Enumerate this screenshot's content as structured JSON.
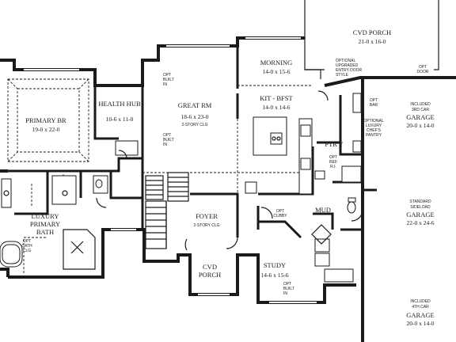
{
  "rooms": {
    "cvd_porch_top": {
      "name": "CVD PORCH",
      "dims": "21-0 x 16-0"
    },
    "morning": {
      "name": "MORNING",
      "dims": "14-0 x 15-6"
    },
    "kit_bfst": {
      "name": "KIT - BFST",
      "dims": "14-0 x 14-6"
    },
    "great_rm": {
      "name": "GREAT RM",
      "dims": "18-6 x 23-0",
      "note": "2-STORY CLG"
    },
    "health_hub": {
      "name": "HEALTH HUB",
      "dims": "10-6 x 11-0"
    },
    "primary_br": {
      "name": "PRIMARY BR",
      "dims": "19-0 x 22-0"
    },
    "luxury_bath": {
      "line1": "LUXURY",
      "line2": "PRIMARY",
      "line3": "BATH"
    },
    "foyer": {
      "name": "FOYER",
      "note": "2-STORY CLG"
    },
    "cvd_porch_front": {
      "line1": "CVD",
      "line2": "PORCH"
    },
    "study": {
      "name": "STUDY",
      "dims": "14-6 x 15-6"
    },
    "mud": {
      "name": "MUD"
    },
    "pantry": {
      "name": "PTR'Y"
    },
    "garage_3rd": {
      "note1": "INCLUDED",
      "note2": "3RD CAR",
      "name": "GARAGE",
      "dims": "20-0 x 14-0"
    },
    "garage_main": {
      "note1": "STANDARD",
      "note2": "SIDELOAD",
      "name": "GARAGE",
      "dims": "22-0 x 24-6"
    },
    "garage_4th": {
      "note1": "INCLUDED",
      "note2": "4TH CAR",
      "name": "GARAGE",
      "dims": "20-0 x 14-0"
    }
  },
  "notes": {
    "opt_door": {
      "l1": "OPT",
      "l2": "DOOR"
    },
    "opt_upgraded_door": {
      "l1": "OPTIONAL",
      "l2": "UPGRADED",
      "l3": "ENTRY DOOR",
      "l4": "STYLE"
    },
    "opt_bar": {
      "l1": "OPT",
      "l2": "BAR"
    },
    "opt_chefs_pantry": {
      "l1": "OPTIONAL",
      "l2": "LUXURY",
      "l3": "CHEF'S",
      "l4": "PANTRY"
    },
    "opt_ref": {
      "l1": "OPT",
      "l2": "REF",
      "l3": "R.I."
    },
    "opt_built_in_top": {
      "l1": "OPT",
      "l2": "BUILT",
      "l3": "IN"
    },
    "opt_built_in_mid": {
      "l1": "OPT",
      "l2": "BUILT",
      "l3": "IN"
    },
    "opt_cubby": {
      "l1": "OPT",
      "l2": "CUBBY"
    },
    "opt_cath_clg": {
      "l1": "OPT",
      "l2": "CATH",
      "l3": "CLG"
    },
    "opt_built_in_study": {
      "l1": "OPT",
      "l2": "BUILT",
      "l3": "IN"
    }
  }
}
